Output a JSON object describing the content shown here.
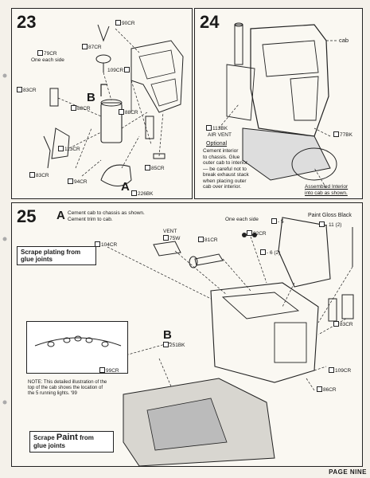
{
  "step23": {
    "number": "23",
    "letter_b": "B",
    "letter_a": "A",
    "one_each_side": "One each side",
    "parts": {
      "p90cr": "90CR",
      "p79cr": "79CR",
      "p87cr": "87CR",
      "p109cr": "109CR",
      "p83cr_left": "83CR",
      "p88cr_a": "88CR",
      "p88cr_b": "88CR",
      "p113cr": "113CR",
      "p83cr_bottom": "83CR",
      "p94cr": "94CR",
      "p85cr": "85CR",
      "p226bk": "226BK"
    }
  },
  "step24": {
    "number": "24",
    "cab": "cab",
    "p113bk": "113BK",
    "air_vent": "AIR VENT",
    "optional": "Optional",
    "instructions": [
      "Cement interior",
      "to chassis. Glue",
      "outer cab to interior",
      "— be careful not to",
      "break exhaust stack",
      "when placing outer",
      "cab over interior."
    ],
    "p77bk": "77BK",
    "assembled_1": "Assembled Interior",
    "assembled_2": "into cab as shown."
  },
  "step25": {
    "number": "25",
    "letter_a": "A",
    "letter_b": "B",
    "cement_1": "Cement cab to chassis as shown.",
    "cement_2": "Cement trim to cab.",
    "vent": "VENT",
    "p75w": "75W",
    "p104cr": "104CR",
    "scrape1_1": "Scrape plating from",
    "scrape1_2": "glue joints",
    "p81cr": "81CR",
    "one_each_side": "One each side",
    "p82cr": "82CR",
    "p5": "- 5",
    "p6": "- 6 (2)",
    "paint_gloss": "Paint Gloss Black",
    "p11": "- 11 (2)",
    "p83cr": "83CR",
    "p251bk": "251BK",
    "p99cr": "99CR",
    "p109cr": "109CR",
    "p86cr": "86CR",
    "note": [
      "NOTE: This detailed illustration of the",
      "top of the cab shows the location of",
      "the 5 running lights. '99"
    ],
    "scrape2_pre": "Scrape",
    "scrape2_big": "Paint",
    "scrape2_post": "from",
    "scrape2_2": "glue joints"
  },
  "footer": "PAGE NINE"
}
